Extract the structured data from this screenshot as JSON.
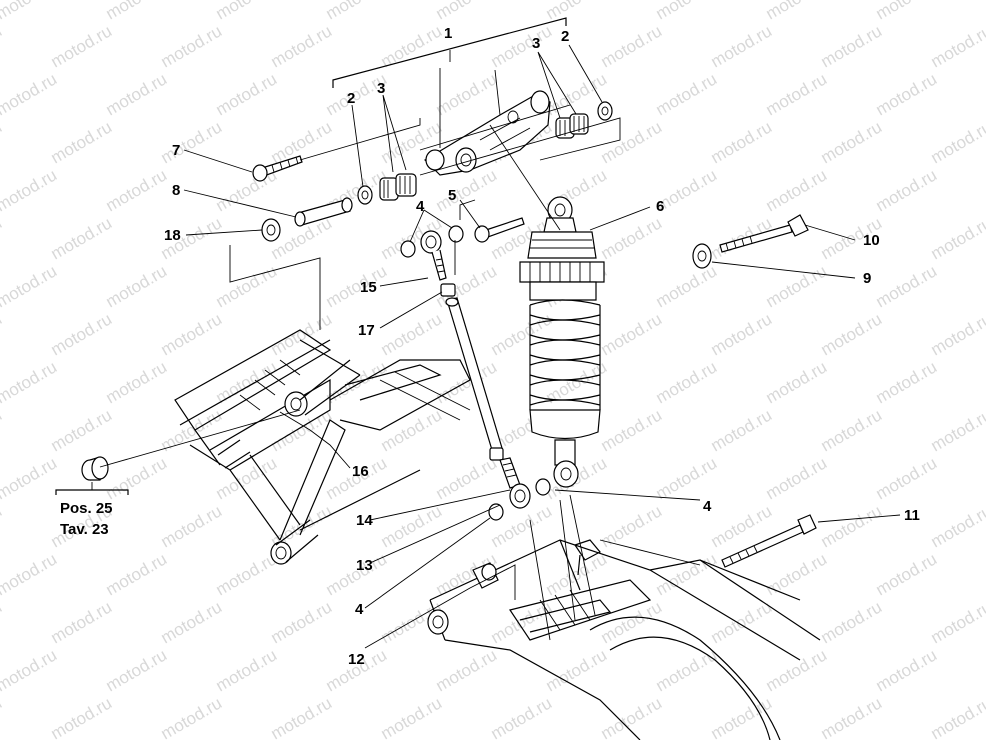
{
  "watermark": "motod.ru",
  "reference": {
    "pos": "Pos. 25",
    "tav": "Tav. 23"
  },
  "callouts": {
    "c1": "1",
    "c2a": "2",
    "c2b": "2",
    "c3a": "3",
    "c3b": "3",
    "c4a": "4",
    "c4b": "4",
    "c4c": "4",
    "c5": "5",
    "c6": "6",
    "c7": "7",
    "c8": "8",
    "c9": "9",
    "c10": "10",
    "c11": "11",
    "c12": "12",
    "c13": "13",
    "c14": "14",
    "c15": "15",
    "c16": "16",
    "c17": "17",
    "c18": "18"
  }
}
